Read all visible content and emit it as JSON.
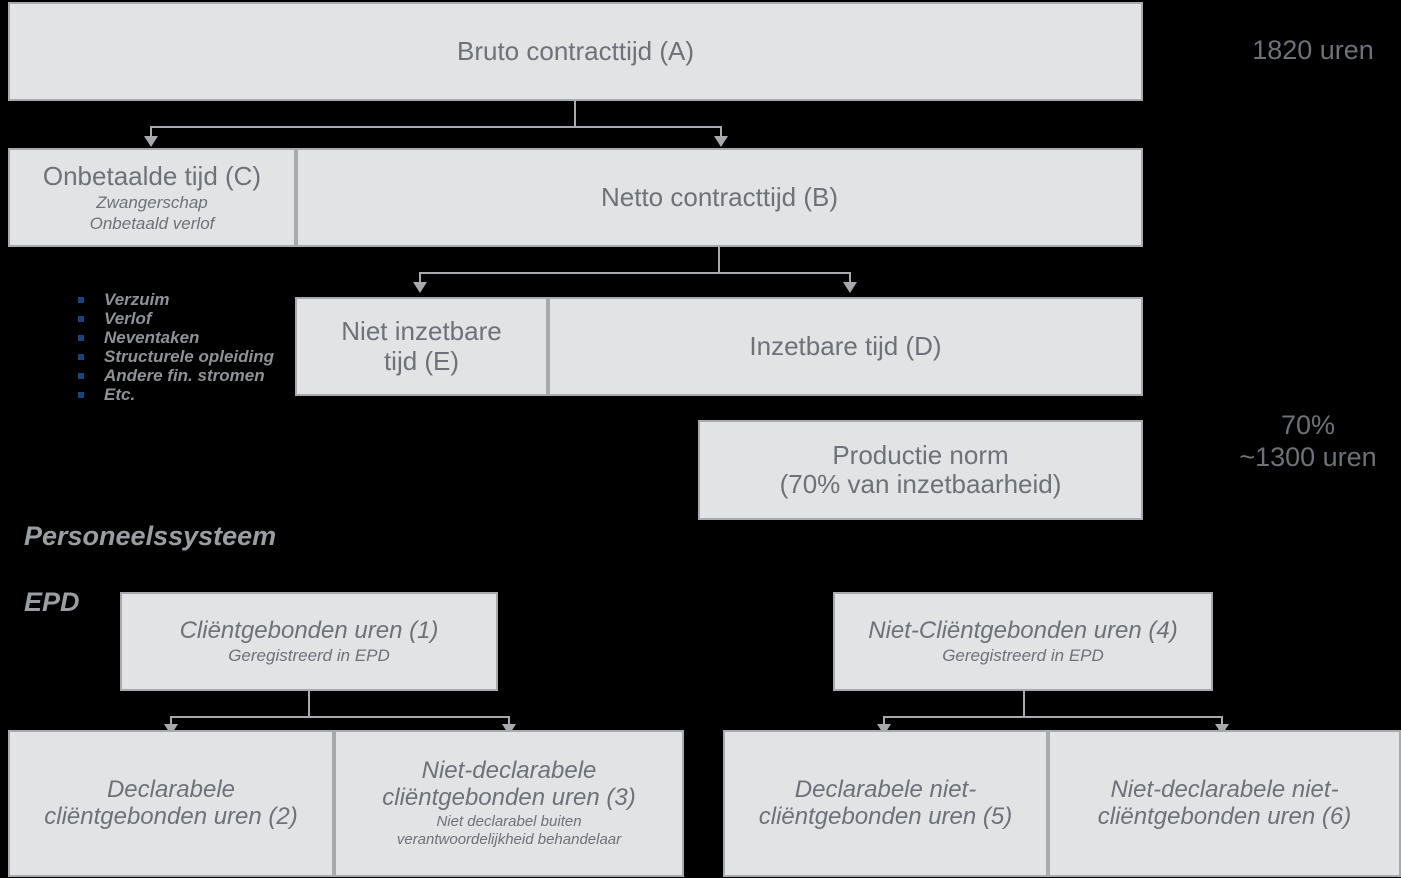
{
  "diagram": {
    "boxes": {
      "bruto": {
        "title": "Bruto contracttijd (A)"
      },
      "onbetaalde": {
        "title": "Onbetaalde tijd (C)",
        "sub1": "Zwangerschap",
        "sub2": "Onbetaald verlof"
      },
      "netto": {
        "title": "Netto contracttijd (B)"
      },
      "niet_inzetbare": {
        "title": "Niet inzetbare tijd (E)"
      },
      "inzetbare": {
        "title": "Inzetbare tijd (D)"
      },
      "productie": {
        "title": "Productie norm",
        "sub": "(70% van inzetbaarheid)"
      },
      "client_uren": {
        "title": "Cliëntgebonden uren (1)",
        "sub": "Geregistreerd in EPD"
      },
      "niet_client_uren": {
        "title": "Niet-Cliëntgebonden uren (4)",
        "sub": "Geregistreerd in EPD"
      },
      "decl_client": {
        "title": "Declarabele cliëntgebonden uren (2)"
      },
      "nietdecl_client": {
        "title": "Niet-declarabele cliëntgebonden uren (3)",
        "sub1": "Niet declarabel buiten",
        "sub2": "verantwoordelijkheid behandelaar"
      },
      "decl_nietclient": {
        "title": "Declarabele niet-cliëntgebonden uren (5)"
      },
      "nietdecl_nietclient": {
        "title": "Niet-declarabele niet-cliëntgebonden uren (6)"
      }
    },
    "side_labels": {
      "uren_a": "1820 uren",
      "norm": "70%\n~1300 uren"
    },
    "system_labels": {
      "personeelssysteem": "Personeelssysteem",
      "epd": "EPD"
    },
    "bullet_list": [
      "Verzuim",
      "Verlof",
      "Neventaken",
      "Structurele opleiding",
      "Andere fin. stromen",
      "Etc."
    ],
    "colors": {
      "box_fill": "#E2E3E5",
      "box_border": "#A7A9AC",
      "text": "#6D7278",
      "bullet": "#17457E",
      "background": "#000000",
      "system_label": "#9A9DA1"
    }
  }
}
